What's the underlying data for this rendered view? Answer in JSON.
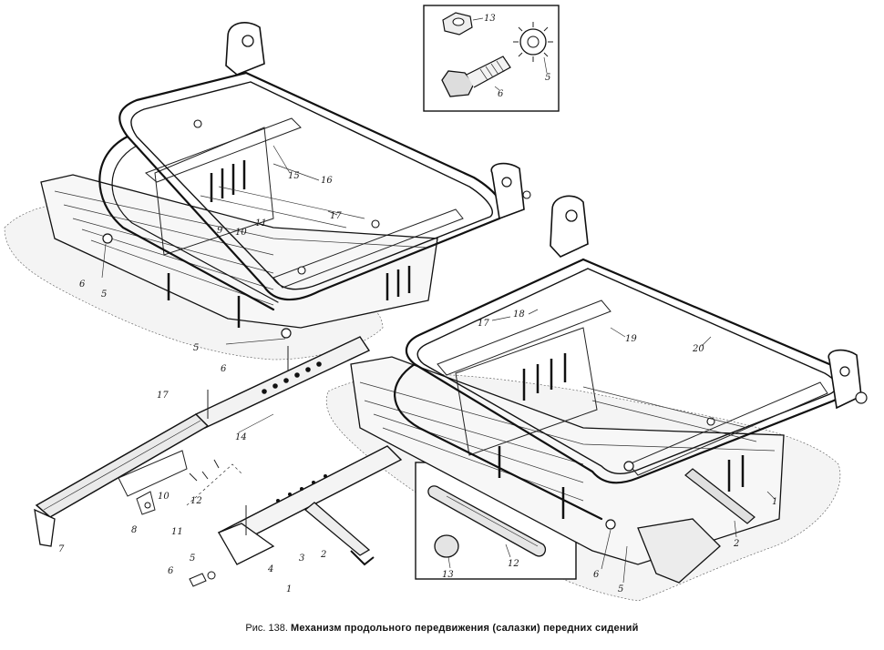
{
  "caption": {
    "prefix": "Рис. 138.",
    "title": "Механизм продольного передвижения (салазки) передних сидений"
  },
  "callouts": [
    {
      "id": "c1",
      "text": "13"
    },
    {
      "id": "c2",
      "text": "6"
    },
    {
      "id": "c3",
      "text": "5"
    },
    {
      "id": "c4",
      "text": "15"
    },
    {
      "id": "c5",
      "text": "16"
    },
    {
      "id": "c6",
      "text": "17"
    },
    {
      "id": "c7",
      "text": "9"
    },
    {
      "id": "c8",
      "text": "10"
    },
    {
      "id": "c9",
      "text": "11"
    },
    {
      "id": "c10",
      "text": "6"
    },
    {
      "id": "c11",
      "text": "5"
    },
    {
      "id": "c12",
      "text": "5"
    },
    {
      "id": "c13",
      "text": "6"
    },
    {
      "id": "c14",
      "text": "17"
    },
    {
      "id": "c15",
      "text": "18"
    },
    {
      "id": "c16",
      "text": "19"
    },
    {
      "id": "c17",
      "text": "20"
    },
    {
      "id": "c18",
      "text": "14"
    },
    {
      "id": "c19",
      "text": "17"
    },
    {
      "id": "c20",
      "text": "12"
    },
    {
      "id": "c21",
      "text": "11"
    },
    {
      "id": "c22",
      "text": "10"
    },
    {
      "id": "c23",
      "text": "8"
    },
    {
      "id": "c24",
      "text": "7"
    },
    {
      "id": "c25",
      "text": "5"
    },
    {
      "id": "c26",
      "text": "6"
    },
    {
      "id": "c27",
      "text": "4"
    },
    {
      "id": "c28",
      "text": "3"
    },
    {
      "id": "c29",
      "text": "2"
    },
    {
      "id": "c30",
      "text": "1"
    },
    {
      "id": "c31",
      "text": "12"
    },
    {
      "id": "c32",
      "text": "13"
    },
    {
      "id": "c33",
      "text": "6"
    },
    {
      "id": "c34",
      "text": "5"
    },
    {
      "id": "c35",
      "text": "2"
    },
    {
      "id": "c36",
      "text": "1"
    }
  ]
}
